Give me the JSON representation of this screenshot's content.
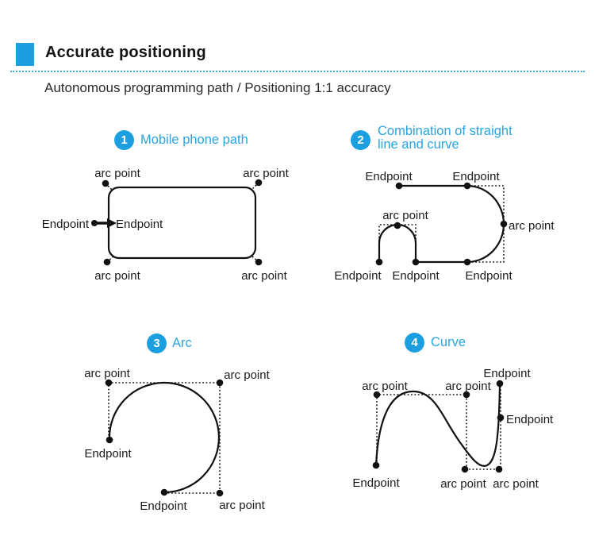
{
  "accent_color": "#1b9fe0",
  "header": {
    "bullet_icon": "blue-square",
    "title": "Accurate positioning",
    "subtitle": "Autonomous programming path / Positioning 1:1 accuracy"
  },
  "diagrams": [
    {
      "number": "1",
      "title": "Mobile phone path",
      "labels": {
        "arc_point": "arc point",
        "endpoint": "Endpoint"
      }
    },
    {
      "number": "2",
      "title_line1": "Combination of straight",
      "title_line2": "line and curve",
      "labels": {
        "arc_point": "arc point",
        "endpoint": "Endpoint"
      }
    },
    {
      "number": "3",
      "title": "Arc",
      "labels": {
        "arc_point": "arc point",
        "endpoint": "Endpoint"
      }
    },
    {
      "number": "4",
      "title": "Curve",
      "labels": {
        "arc_point": "arc point",
        "endpoint": "Endpoint"
      }
    }
  ]
}
